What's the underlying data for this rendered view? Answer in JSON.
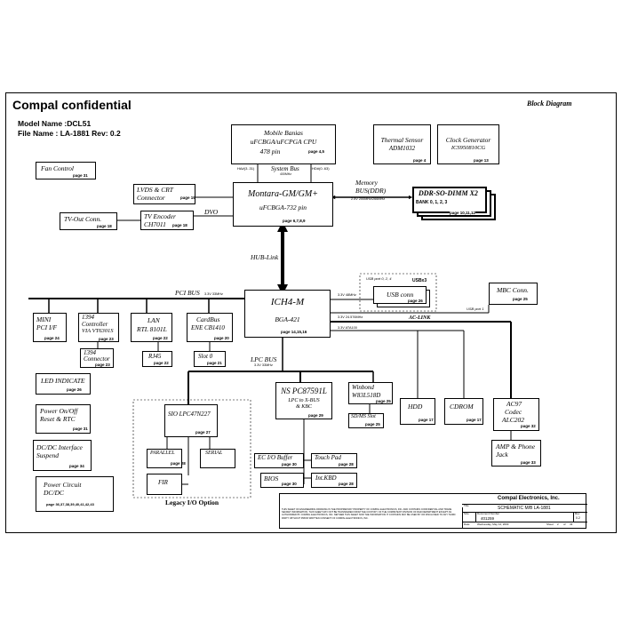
{
  "header": {
    "title": "Compal confidential",
    "model": "Model Name :DCL51",
    "file": "File Name : LA-1881 Rev: 0.2",
    "diagram": "Block Diagram"
  },
  "blocks": {
    "cpu": {
      "l1": "Mobile Banias",
      "l2": "uFCBGA/uFCPGA CPU",
      "l3": "478 pin",
      "page": "page 4,5"
    },
    "cpu_bus": {
      "label": "System Bus",
      "freq": "400MHz",
      "ha": "HA#(3..31)",
      "hd": "HD#(0..63)"
    },
    "thermal": {
      "l1": "Thermal Sensor",
      "l2": "ADM1032",
      "page": "page 4"
    },
    "clock": {
      "l1": "Clock Generator",
      "l2": "ICS950810CG",
      "page": "page 13"
    },
    "fan": {
      "l1": "Fan Control",
      "page": "page 31"
    },
    "lvds": {
      "l1": "LVDS & CRT",
      "l2": "Connector",
      "page": "page 19"
    },
    "gmch": {
      "l1": "Montara-GM/GM+",
      "l2": "uFCBGA-732 pin",
      "page": "page 6,7,8,9"
    },
    "memory": {
      "bus": "Memory",
      "bus2": "BUS(DDR)",
      "freq": "2.5V 200MHz/266MHz",
      "l1": "DDR-SO-DIMM X2",
      "bank": "BANK 0, 1, 2, 3",
      "page": "page 10,11,12"
    },
    "tvout": {
      "l1": "TV-Out Conn.",
      "page": "page 18"
    },
    "tvenc": {
      "l1": "TV Encoder",
      "l2": "CH7011",
      "page": "page 18",
      "dvo": "DVO"
    },
    "hublink": {
      "l1": "HUB-Link"
    },
    "ich": {
      "l1": "ICH4-M",
      "l2": "BGA-421",
      "page": "page 14,15,16"
    },
    "pcibus": {
      "l1": "PCI BUS",
      "freq": "3.3V 33MHz"
    },
    "usb": {
      "ports": "USB port 0, 2, 4",
      "x3": "USBx3",
      "freq": "3.3V 48MHz",
      "l1": "USB conn",
      "page": "page 26",
      "port1": "USB port 1"
    },
    "mbc": {
      "l1": "MBC Conn.",
      "page": "page 25"
    },
    "aclink": {
      "freq": "3.3V 24.576MHz",
      "l1": "AC-LINK",
      "ata": "3.3V ATA100"
    },
    "minipci": {
      "l1": "MINI",
      "l2": "PCI I/F",
      "page": "page 24"
    },
    "ctrl1394": {
      "l1": "1394",
      "l2": "Controller",
      "l3": "VIA VT6301S",
      "page": "page 23"
    },
    "lan": {
      "l1": "LAN",
      "l2": "RTL 8101L",
      "page": "page 22"
    },
    "cardbus": {
      "l1": "CardBus",
      "l2": "ENE CB1410",
      "page": "page 20"
    },
    "conn1394": {
      "l1": "1394",
      "l2": "Connector",
      "page": "page 23"
    },
    "rj45": {
      "l1": "RJ45",
      "page": "page 22"
    },
    "slot0": {
      "l1": "Slot 0",
      "page": "page 21"
    },
    "led": {
      "l1": "LED INDICATE",
      "page": "page 26"
    },
    "lpcbus": {
      "l1": "LPC BUS",
      "freq": "3.3V 33MHz"
    },
    "nspc": {
      "l1": "NS PC87591L",
      "l2": "LPC to X-BUS",
      "l3": "& KBC",
      "page": "page 29"
    },
    "winbond": {
      "l1": "Winbond",
      "l2": "W83L518D",
      "page": "page 25"
    },
    "sdms": {
      "l1": "SD/MS Slot",
      "page": "page 25"
    },
    "hdd": {
      "l1": "HDD",
      "page": "page 17"
    },
    "cdrom": {
      "l1": "CDROM",
      "page": "page 17"
    },
    "ac97": {
      "l1": "AC97",
      "l2": "Codec",
      "l3": "ALC202",
      "page": "page 32"
    },
    "amp": {
      "l1": "AMP & Phone",
      "l2": "Jack",
      "page": "page 33"
    },
    "power_onoff": {
      "l1": "Power On/Off",
      "l2": "Reset & RTC",
      "page": "page 31"
    },
    "dcdc_if": {
      "l1": "DC/DC Interface",
      "l2": "Suspend",
      "page": "page 34"
    },
    "power_circuit": {
      "l1": "Power Circuit",
      "l2": "DC/DC",
      "page": "page 36,37,38,39,40,41,42,43"
    },
    "sio": {
      "l1": "SIO LPC47N227",
      "page": "page 27"
    },
    "parallel": {
      "l1": "PARALLEL",
      "page": "page 28"
    },
    "serial": {
      "l1": "SERIAL"
    },
    "fir": {
      "l1": "FIR"
    },
    "legacy": {
      "l1": "Legacy I/O  Option"
    },
    "ec_io": {
      "l1": "EC I/O Buffer",
      "page": "page 30"
    },
    "touchpad": {
      "l1": "Touch Pad",
      "page": "page 28"
    },
    "bios": {
      "l1": "BIOS",
      "page": "page 30"
    },
    "intkbd": {
      "l1": "Int.KBD",
      "page": "page 28"
    }
  },
  "title_block": {
    "company": "Compal Electronics, Inc.",
    "title_lbl": "Title",
    "title": "SCHEMATIC M/B LA-1881",
    "size_lbl": "Size",
    "docnum_lbl": "Document Number",
    "doc": "401259",
    "rev_lbl": "Rev",
    "rev": "0.2",
    "date_lbl": "Date:",
    "date": "Wednesday, May 14, 2003",
    "sheet_lbl": "Sheet",
    "sheet": "2",
    "of_lbl": "of",
    "of": "43",
    "notice": "THIS SHEET OF ENGINEERING DRAWING IS THE PROPRIETARY PROPERTY OF COMPAL ELECTRONICS, INC. AND CONTAINS CONFIDENTIAL AND TRADE SECRET INFORMATION. THIS SHEET MAY NOT BE TRANSFERED FROM THE CUSTODY OF THE COMPETENT DIVISION OF R&D DEPARTMENT EXCEPT AS AUTHORIZED BY COMPAL ELECTRONICS, INC. NEITHER THIS SHEET NOR THE INFORMATION IT CONTAINS MAY BE USED BY OR DISCLOSED TO ANY THIRD PARTY WITHOUT PRIOR WRITTEN CONSENT OF COMPAL ELECTRONICS, INC."
  }
}
